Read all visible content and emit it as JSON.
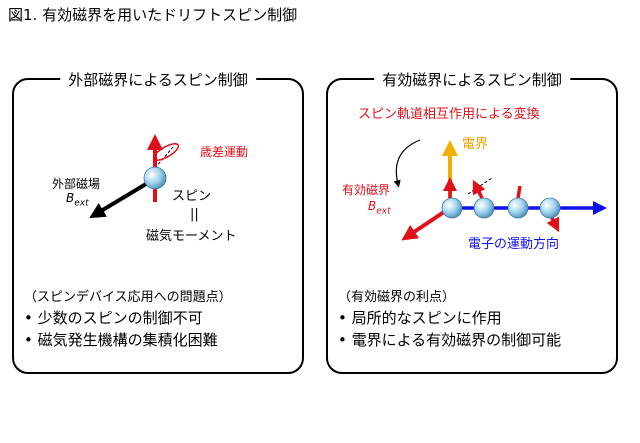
{
  "figure_title": "図1. 有効磁界を用いたドリフトスピン制御",
  "left": {
    "title": "外部磁界によるスピン制御",
    "precession": "歳差運動",
    "field_label": "外部磁場",
    "b_symbol": "B",
    "b_sub": "ext",
    "spin": "スピン",
    "equiv": "||",
    "moment": "磁気モーメント",
    "issues_head": "（スピンデバイス応用への問題点）",
    "issues": [
      "少数のスピンの制御不可",
      "磁気発生機構の集積化困難"
    ]
  },
  "right": {
    "title": "有効磁界によるスピン制御",
    "conversion": "スピン軌道相互作用による変換",
    "efield": "電界",
    "eff_field": "有効磁界",
    "b_symbol": "B",
    "b_sub": "ext",
    "direction": "電子の運動方向",
    "merits_head": "（有効磁界の利点）",
    "merits": [
      "局所的なスピンに作用",
      "電界による有効磁界の制御可能"
    ]
  },
  "colors": {
    "red": "#e0101a",
    "blue": "#1010ee",
    "orange": "#f0b000",
    "sphere": "#8ec8e8"
  }
}
